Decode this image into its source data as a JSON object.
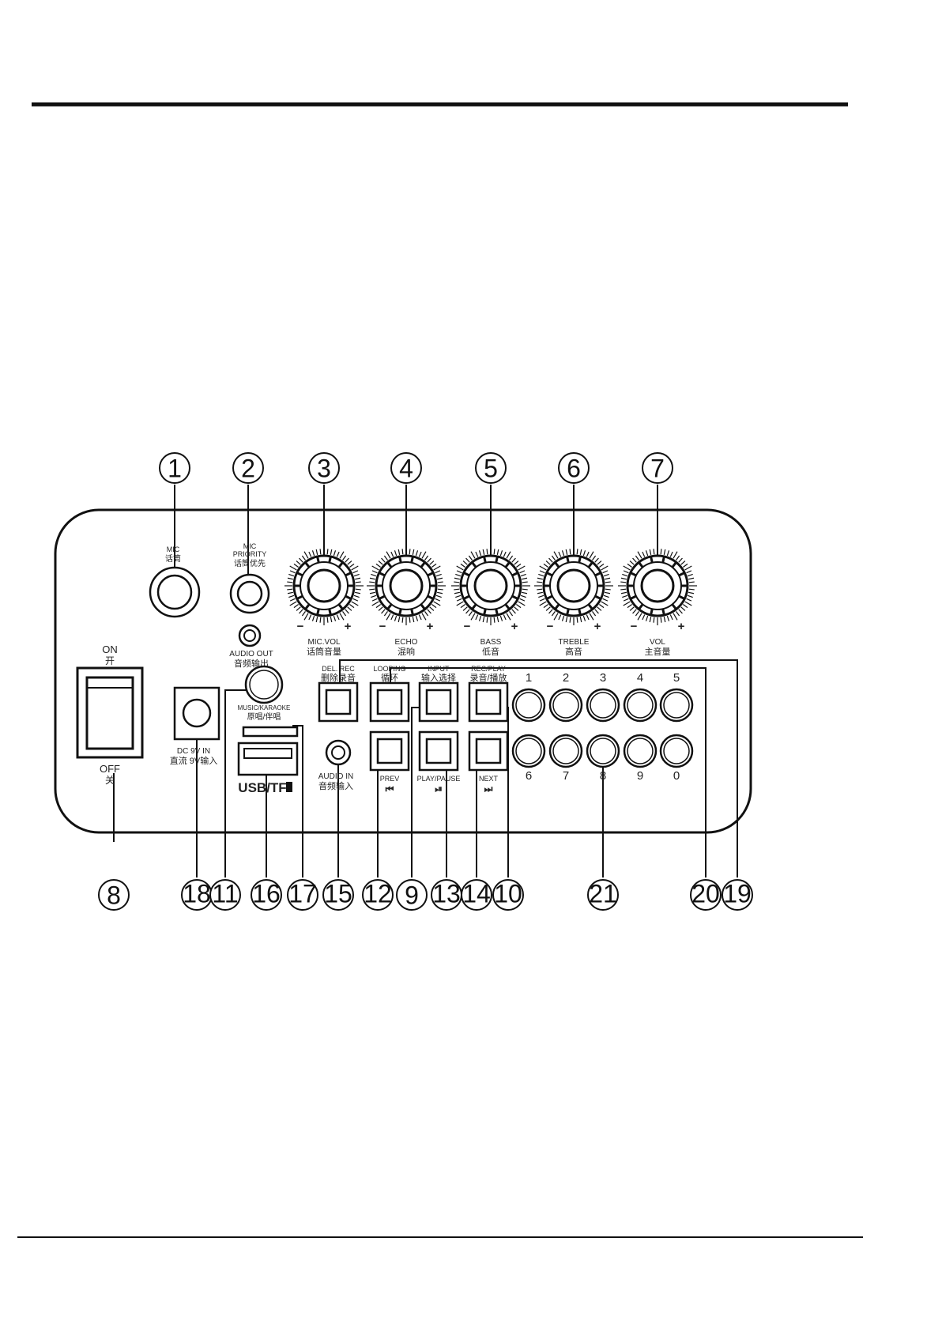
{
  "callout_numbers": [
    "1",
    "2",
    "3",
    "4",
    "5",
    "6",
    "7",
    "8",
    "18",
    "11",
    "16",
    "17",
    "15",
    "12",
    "9",
    "13",
    "14",
    "10",
    "21",
    "20",
    "19"
  ],
  "panel": {
    "power": {
      "on_en": "ON",
      "on_zh": "开",
      "off_en": "OFF",
      "off_zh": "关"
    },
    "mic": {
      "en": "MIC",
      "zh": "话筒"
    },
    "mic_priority": {
      "en1": "MIC",
      "en2": "PRIORITY",
      "zh": "话筒优先"
    },
    "audio_out": {
      "en": "AUDIO OUT",
      "zh": "音频输出"
    },
    "music_karaoke": {
      "en": "MUSIC/KARAOKE",
      "zh": "原唱/伴唱"
    },
    "dc_in": {
      "en": "DC  9V IN",
      "zh": "直流  9V输入"
    },
    "usb_tf": "USB/TF",
    "audio_in": {
      "en": "AUDIO IN",
      "zh": "音频输入"
    },
    "knobs": [
      {
        "en": "MIC.VOL",
        "zh": "话筒音量"
      },
      {
        "en": "ECHO",
        "zh": "混响"
      },
      {
        "en": "BASS",
        "zh": "低音"
      },
      {
        "en": "TREBLE",
        "zh": "高音"
      },
      {
        "en": "VOL",
        "zh": "主音量"
      }
    ],
    "knob_minus": "−",
    "knob_plus": "+",
    "top_buttons": [
      {
        "en": "DEL. REC",
        "zh": "删除录音"
      },
      {
        "en": "LOOPING",
        "zh": "循环"
      },
      {
        "en": "INPUT",
        "zh": "输入选择"
      },
      {
        "en": "REC/PLAY",
        "zh": "录音/播放"
      }
    ],
    "bottom_buttons": [
      {
        "en": "PREV",
        "sym": "⏮"
      },
      {
        "en": "PLAY/PAUSE",
        "sym": "⏯"
      },
      {
        "en": "NEXT",
        "sym": "⏭"
      }
    ],
    "keypad_top": [
      "1",
      "2",
      "3",
      "4",
      "5"
    ],
    "keypad_bottom": [
      "6",
      "7",
      "8",
      "9",
      "0"
    ]
  }
}
